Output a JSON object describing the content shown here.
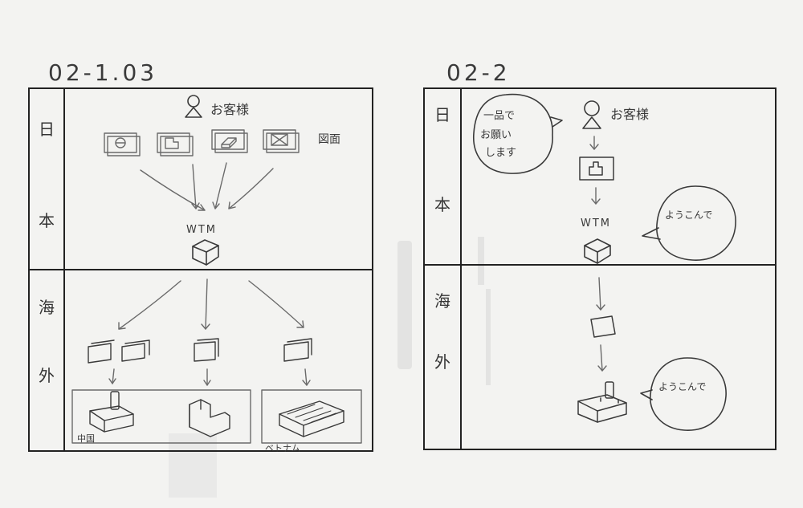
{
  "left_panel": {
    "heading": "02-1.03",
    "row_labels": {
      "domestic": [
        "日",
        "本"
      ],
      "overseas": [
        "海",
        "外"
      ]
    },
    "customer_label": "お客様",
    "drawings_label": "図面",
    "hub_label": "WTM",
    "factory_labels": [
      "中国",
      "ベトナム"
    ]
  },
  "right_panel": {
    "heading": "02-2",
    "row_labels": {
      "domestic": [
        "日",
        "本"
      ],
      "overseas": [
        "海",
        "外"
      ]
    },
    "customer_label": "お客様",
    "customer_bubble": [
      "一品で",
      "お願い",
      "します"
    ],
    "hub_label": "WTM",
    "hub_bubble": "ようこんで",
    "factory_bubble": "ようこんで"
  },
  "colors": {
    "paper": "#f3f3f1",
    "ink": "#2a2a2a",
    "grid": "#222222"
  }
}
